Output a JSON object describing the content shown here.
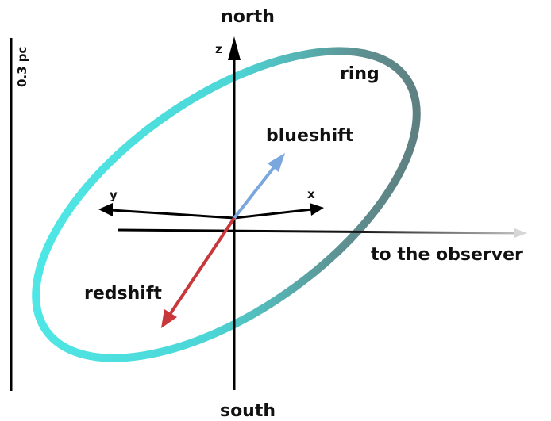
{
  "labels": {
    "north": "north",
    "south": "south",
    "ring": "ring",
    "blueshift": "blueshift",
    "redshift": "redshift",
    "observer": "to the observer",
    "axis_x": "x",
    "axis_y": "y",
    "axis_z": "z",
    "scale": "0.3 pc"
  },
  "colors": {
    "ring_near": "#4ee8e6",
    "ring_far": "#5e7a7c",
    "blueshift_arrow": "#7aa7dd",
    "redshift_arrow": "#c8373a",
    "axes": "#000000",
    "observer_arrow": "#bbbbbb"
  }
}
